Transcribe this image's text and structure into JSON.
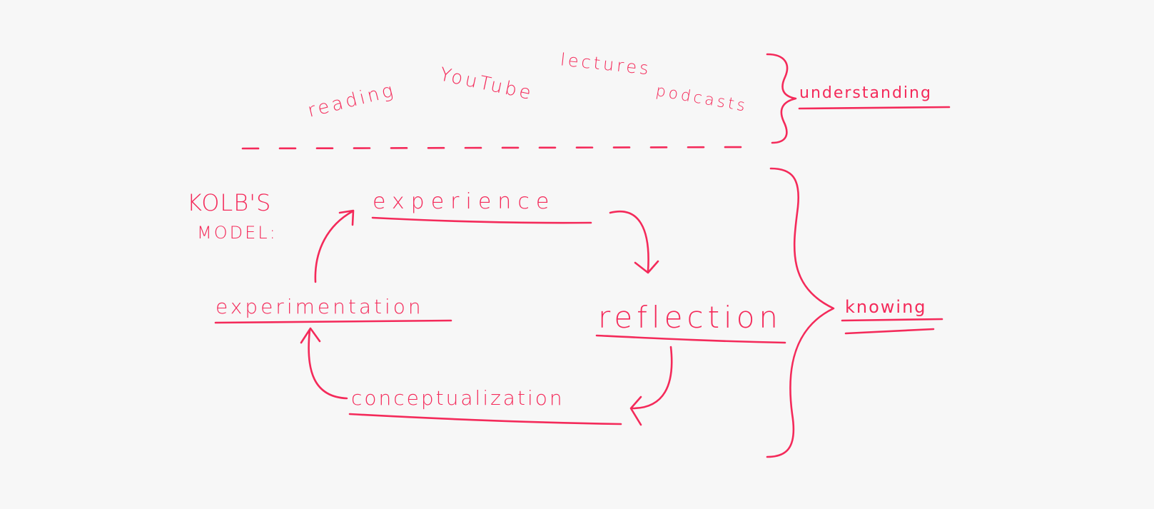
{
  "ink_color": "#f42a5a",
  "sources": {
    "reading": "reading",
    "youtube": "YouTube",
    "lectures": "lectures",
    "podcasts": "podcasts"
  },
  "understanding": "understanding",
  "knowing": "knowing",
  "model_title": {
    "line1": "KOLB'S",
    "line2": "MODEL:"
  },
  "cycle": {
    "experience": "experience",
    "reflection": "reflection",
    "conceptualization": "conceptualization",
    "experimentation": "experimentation"
  }
}
